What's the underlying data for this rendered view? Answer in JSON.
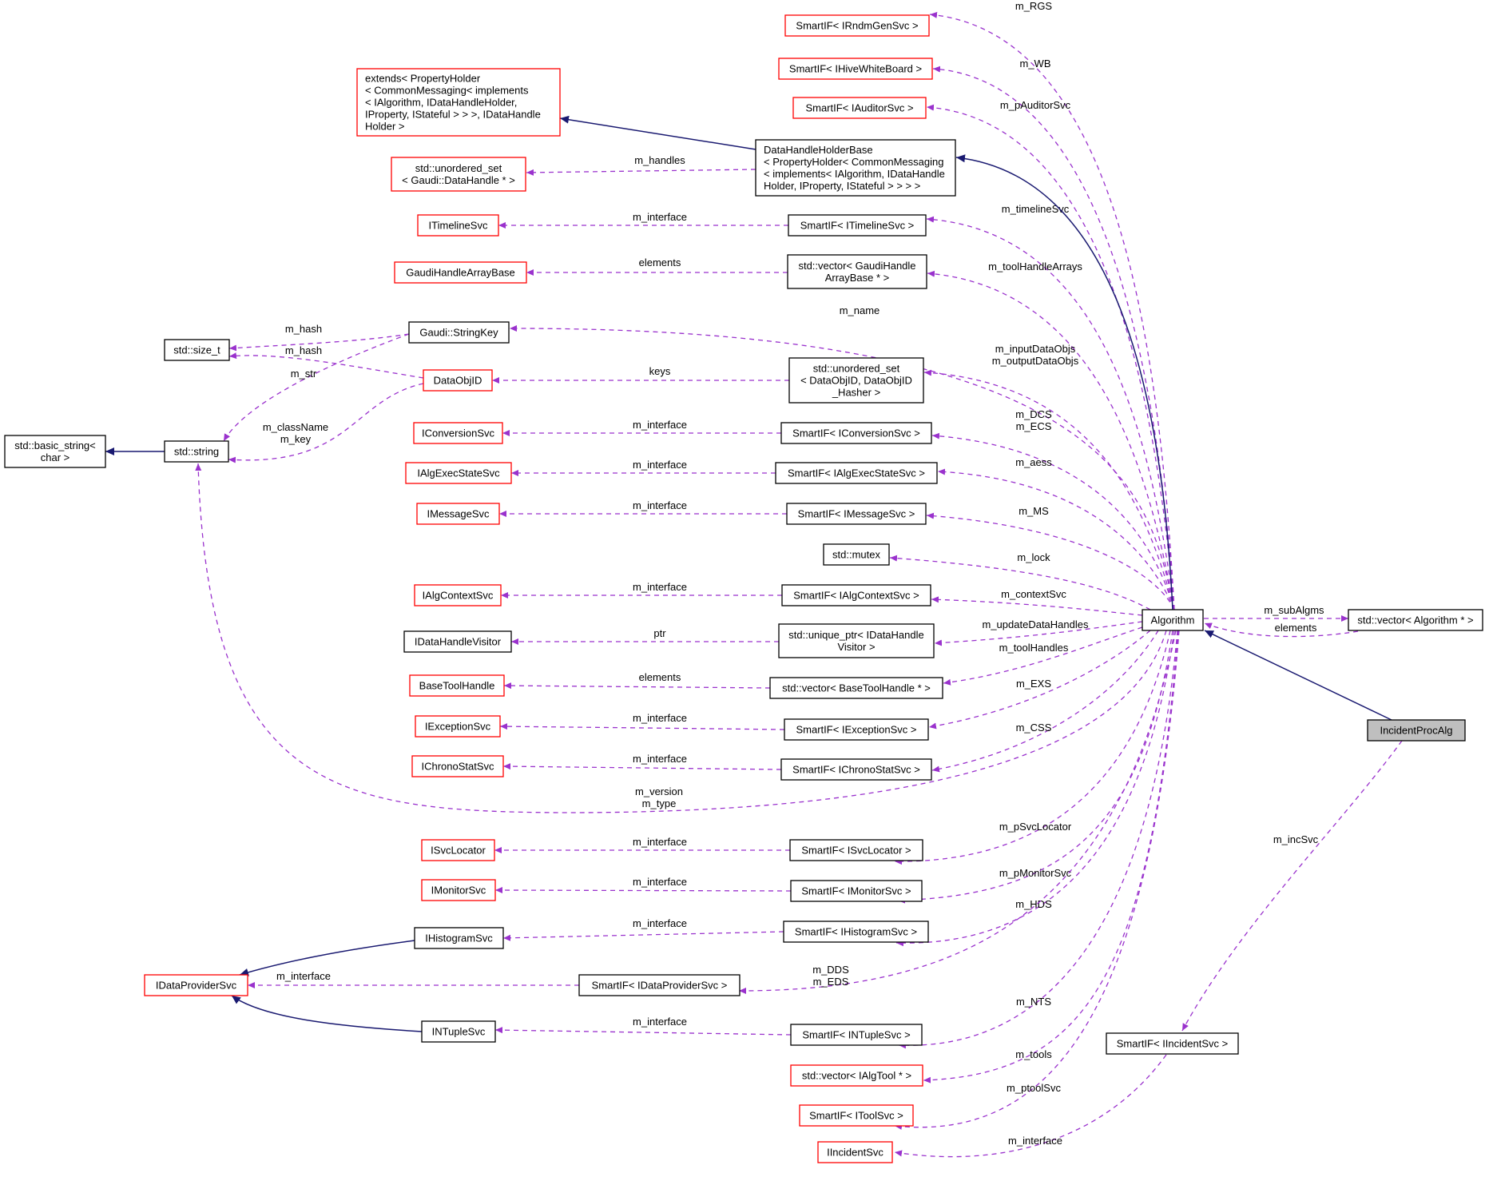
{
  "colors": {
    "member_edge": "#9a32cd",
    "inherit_edge": "#191970",
    "missing_border": "#ff0000"
  },
  "nodes": [
    {
      "id": "incidentprocalg",
      "lines": [
        "IncidentProcAlg"
      ],
      "style": "gray"
    },
    {
      "id": "algorithm",
      "lines": [
        "Algorithm"
      ],
      "style": "black"
    },
    {
      "id": "vec_algorithm",
      "lines": [
        "std::vector< Algorithm * >"
      ],
      "style": "black"
    },
    {
      "id": "smartif_iincidentsvc",
      "lines": [
        "SmartIF< IIncidentSvc >"
      ],
      "style": "black"
    },
    {
      "id": "iincidentsvc",
      "lines": [
        "IIncidentSvc"
      ],
      "style": "red"
    },
    {
      "id": "datahandleholderbase",
      "lines": [
        "DataHandleHolderBase",
        "< PropertyHolder< CommonMessaging",
        "< implements< IAlgorithm, IDataHandle",
        "Holder, IProperty, IStateful > > > >"
      ],
      "style": "black",
      "align": "left"
    },
    {
      "id": "extends_propertyholder",
      "lines": [
        "extends< PropertyHolder",
        "< CommonMessaging< implements",
        "< IAlgorithm, IDataHandleHolder,",
        "IProperty, IStateful > > >, IDataHandle",
        "Holder >"
      ],
      "style": "red",
      "align": "left"
    },
    {
      "id": "unordered_set_datahandle",
      "lines": [
        "std::unordered_set",
        "< Gaudi::DataHandle * >"
      ],
      "style": "red"
    },
    {
      "id": "smartif_irndmgensvc",
      "lines": [
        "SmartIF< IRndmGenSvc >"
      ],
      "style": "red"
    },
    {
      "id": "smartif_ihivewhiteboard",
      "lines": [
        "SmartIF< IHiveWhiteBoard >"
      ],
      "style": "red"
    },
    {
      "id": "smartif_iauditorsvc",
      "lines": [
        "SmartIF< IAuditorSvc >"
      ],
      "style": "red"
    },
    {
      "id": "itimelinesvc",
      "lines": [
        "ITimelineSvc"
      ],
      "style": "red"
    },
    {
      "id": "smartif_itimelinesvc",
      "lines": [
        "SmartIF< ITimelineSvc >"
      ],
      "style": "black"
    },
    {
      "id": "gaudihandlearraybase",
      "lines": [
        "GaudiHandleArrayBase"
      ],
      "style": "red"
    },
    {
      "id": "vec_gaudihandlearraybase",
      "lines": [
        "std::vector< GaudiHandle",
        "ArrayBase * >"
      ],
      "style": "black"
    },
    {
      "id": "gaudi_stringkey",
      "lines": [
        "Gaudi::StringKey"
      ],
      "style": "black"
    },
    {
      "id": "std_size_t",
      "lines": [
        "std::size_t"
      ],
      "style": "black"
    },
    {
      "id": "dataobjid",
      "lines": [
        "DataObjID"
      ],
      "style": "red"
    },
    {
      "id": "unordered_set_dataobjid",
      "lines": [
        "std::unordered_set",
        "< DataObjID, DataObjID",
        "_Hasher >"
      ],
      "style": "black"
    },
    {
      "id": "std_basic_string",
      "lines": [
        "std::basic_string<",
        "char >"
      ],
      "style": "black"
    },
    {
      "id": "std_string",
      "lines": [
        "std::string"
      ],
      "style": "black"
    },
    {
      "id": "iconversionsvc",
      "lines": [
        "IConversionSvc"
      ],
      "style": "red"
    },
    {
      "id": "smartif_iconversionsvc",
      "lines": [
        "SmartIF< IConversionSvc >"
      ],
      "style": "black"
    },
    {
      "id": "ialgexecstatesvc",
      "lines": [
        "IAlgExecStateSvc"
      ],
      "style": "red"
    },
    {
      "id": "smartif_ialgexecstatesvc",
      "lines": [
        "SmartIF< IAlgExecStateSvc >"
      ],
      "style": "black"
    },
    {
      "id": "imessagesvc",
      "lines": [
        "IMessageSvc"
      ],
      "style": "red"
    },
    {
      "id": "smartif_imessagesvc",
      "lines": [
        "SmartIF< IMessageSvc >"
      ],
      "style": "black"
    },
    {
      "id": "std_mutex",
      "lines": [
        "std::mutex"
      ],
      "style": "black"
    },
    {
      "id": "ialgcontextsvc",
      "lines": [
        "IAlgContextSvc"
      ],
      "style": "red"
    },
    {
      "id": "smartif_ialgcontextsvc",
      "lines": [
        "SmartIF< IAlgContextSvc >"
      ],
      "style": "black"
    },
    {
      "id": "idatahandlevisitor",
      "lines": [
        "IDataHandleVisitor"
      ],
      "style": "black"
    },
    {
      "id": "unique_ptr_idatahandlevisitor",
      "lines": [
        "std::unique_ptr< IDataHandle",
        "Visitor >"
      ],
      "style": "black"
    },
    {
      "id": "basetoolhandle",
      "lines": [
        "BaseToolHandle"
      ],
      "style": "red"
    },
    {
      "id": "vec_basetoolhandle",
      "lines": [
        "std::vector< BaseToolHandle * >"
      ],
      "style": "black"
    },
    {
      "id": "iexceptionsvc",
      "lines": [
        "IExceptionSvc"
      ],
      "style": "red"
    },
    {
      "id": "smartif_iexceptionsvc",
      "lines": [
        "SmartIF< IExceptionSvc >"
      ],
      "style": "black"
    },
    {
      "id": "ichronostatsvc",
      "lines": [
        "IChronoStatSvc"
      ],
      "style": "red"
    },
    {
      "id": "smartif_ichronostatsvc",
      "lines": [
        "SmartIF< IChronoStatSvc >"
      ],
      "style": "black"
    },
    {
      "id": "isvclocator",
      "lines": [
        "ISvcLocator"
      ],
      "style": "red"
    },
    {
      "id": "smartif_isvclocator",
      "lines": [
        "SmartIF< ISvcLocator >"
      ],
      "style": "black"
    },
    {
      "id": "imonitorsvc",
      "lines": [
        "IMonitorSvc"
      ],
      "style": "red"
    },
    {
      "id": "smartif_imonitorsvc",
      "lines": [
        "SmartIF< IMonitorSvc >"
      ],
      "style": "black"
    },
    {
      "id": "ihistogramsvc",
      "lines": [
        "IHistogramSvc"
      ],
      "style": "black"
    },
    {
      "id": "smartif_ihistogramsvc",
      "lines": [
        "SmartIF< IHistogramSvc >"
      ],
      "style": "black"
    },
    {
      "id": "idataprovidersvc",
      "lines": [
        "IDataProviderSvc"
      ],
      "style": "red"
    },
    {
      "id": "smartif_idataprovidersvc",
      "lines": [
        "SmartIF< IDataProviderSvc >"
      ],
      "style": "black"
    },
    {
      "id": "intuplesvc",
      "lines": [
        "INTupleSvc"
      ],
      "style": "black"
    },
    {
      "id": "smartif_intuplesvc",
      "lines": [
        "SmartIF< INTupleSvc >"
      ],
      "style": "black"
    },
    {
      "id": "vec_ialgtool",
      "lines": [
        "std::vector< IAlgTool * >"
      ],
      "style": "red"
    },
    {
      "id": "smartif_itoolsvc",
      "lines": [
        "SmartIF< IToolSvc >"
      ],
      "style": "red"
    }
  ],
  "edges": [
    {
      "id": "incsvc",
      "label_lines": [
        "m_incSvc"
      ]
    },
    {
      "id": "incsvc_interface",
      "label_lines": [
        "m_interface"
      ]
    },
    {
      "id": "rgs",
      "label_lines": [
        "m_RGS"
      ]
    },
    {
      "id": "wb",
      "label_lines": [
        "m_WB"
      ]
    },
    {
      "id": "pauditorsvc",
      "label_lines": [
        "m_pAuditorSvc"
      ]
    },
    {
      "id": "timelinesvc",
      "label_lines": [
        "m_timelineSvc"
      ]
    },
    {
      "id": "toolhandlearrays",
      "label_lines": [
        "m_toolHandleArrays"
      ]
    },
    {
      "id": "name",
      "label_lines": [
        "m_name"
      ]
    },
    {
      "id": "inout_dataobjs",
      "label_lines": [
        "m_inputDataObjs",
        "m_outputDataObjs"
      ]
    },
    {
      "id": "dcs_ecs",
      "label_lines": [
        "m_DCS",
        "m_ECS"
      ]
    },
    {
      "id": "aess",
      "label_lines": [
        "m_aess"
      ]
    },
    {
      "id": "ms",
      "label_lines": [
        "m_MS"
      ]
    },
    {
      "id": "lock",
      "label_lines": [
        "m_lock"
      ]
    },
    {
      "id": "contextsvc",
      "label_lines": [
        "m_contextSvc"
      ]
    },
    {
      "id": "updatedatahandles",
      "label_lines": [
        "m_updateDataHandles"
      ]
    },
    {
      "id": "toolhandles",
      "label_lines": [
        "m_toolHandles"
      ]
    },
    {
      "id": "exs",
      "label_lines": [
        "m_EXS"
      ]
    },
    {
      "id": "css",
      "label_lines": [
        "m_CSS"
      ]
    },
    {
      "id": "version_type",
      "label_lines": [
        "m_version",
        "m_type"
      ]
    },
    {
      "id": "psvclocator",
      "label_lines": [
        "m_pSvcLocator"
      ]
    },
    {
      "id": "pmonitorsvc",
      "label_lines": [
        "m_pMonitorSvc"
      ]
    },
    {
      "id": "hds",
      "label_lines": [
        "m_HDS"
      ]
    },
    {
      "id": "dds_eds",
      "label_lines": [
        "m_DDS",
        "m_EDS"
      ]
    },
    {
      "id": "nts",
      "label_lines": [
        "m_NTS"
      ]
    },
    {
      "id": "tools",
      "label_lines": [
        "m_tools"
      ]
    },
    {
      "id": "ptoolsvc",
      "label_lines": [
        "m_ptoolSvc"
      ]
    },
    {
      "id": "subalgms",
      "label_lines": [
        "m_subAlgms"
      ]
    },
    {
      "id": "vec_alg_elements",
      "label_lines": [
        "elements"
      ]
    },
    {
      "id": "handles",
      "label_lines": [
        "m_handles"
      ]
    },
    {
      "id": "timeline_interface",
      "label_lines": [
        "m_interface"
      ]
    },
    {
      "id": "gharray_elements",
      "label_lines": [
        "elements"
      ]
    },
    {
      "id": "sk_hash",
      "label_lines": [
        "m_hash"
      ]
    },
    {
      "id": "sk_str",
      "label_lines": [
        "m_str"
      ]
    },
    {
      "id": "doid_hash",
      "label_lines": [
        "m_hash"
      ]
    },
    {
      "id": "doid_classname_key",
      "label_lines": [
        "m_className",
        "m_key"
      ]
    },
    {
      "id": "keys",
      "label_lines": [
        "keys"
      ]
    },
    {
      "id": "conv_interface",
      "label_lines": [
        "m_interface"
      ]
    },
    {
      "id": "aes_interface",
      "label_lines": [
        "m_interface"
      ]
    },
    {
      "id": "msg_interface",
      "label_lines": [
        "m_interface"
      ]
    },
    {
      "id": "ctx_interface",
      "label_lines": [
        "m_interface"
      ]
    },
    {
      "id": "visitor_ptr",
      "label_lines": [
        "ptr"
      ]
    },
    {
      "id": "toolhandle_elements",
      "label_lines": [
        "elements"
      ]
    },
    {
      "id": "exc_interface",
      "label_lines": [
        "m_interface"
      ]
    },
    {
      "id": "chrono_interface",
      "label_lines": [
        "m_interface"
      ]
    },
    {
      "id": "svcloc_interface",
      "label_lines": [
        "m_interface"
      ]
    },
    {
      "id": "monitor_interface",
      "label_lines": [
        "m_interface"
      ]
    },
    {
      "id": "histo_interface",
      "label_lines": [
        "m_interface"
      ]
    },
    {
      "id": "dataprov_interface",
      "label_lines": [
        "m_interface"
      ]
    },
    {
      "id": "ntuple_interface",
      "label_lines": [
        "m_interface"
      ]
    },
    {
      "id": "inh_alg_incproc",
      "label_lines": []
    },
    {
      "id": "inh_dhhb_alg",
      "label_lines": []
    },
    {
      "id": "inh_ext_dhhb",
      "label_lines": []
    },
    {
      "id": "inh_bs_str",
      "label_lines": []
    },
    {
      "id": "inh_dps_histo",
      "label_lines": []
    },
    {
      "id": "inh_dps_ntuple",
      "label_lines": []
    }
  ]
}
